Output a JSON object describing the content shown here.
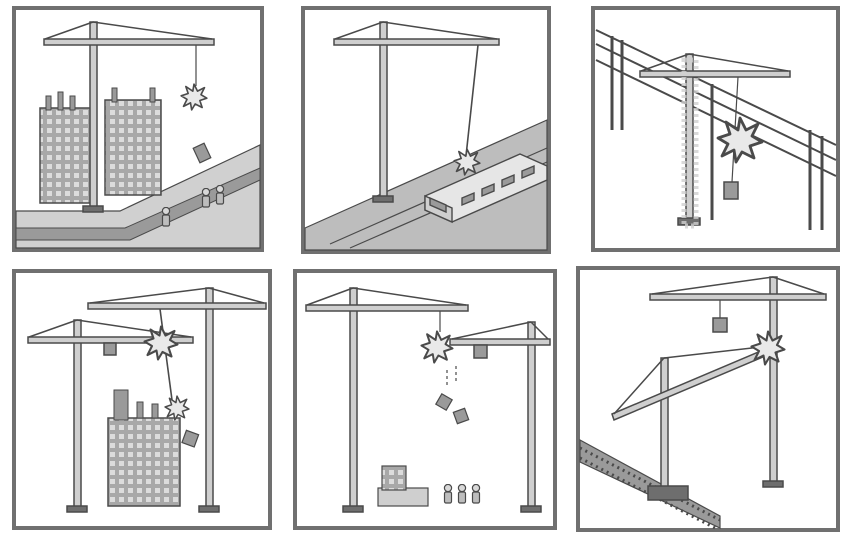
{
  "figure": {
    "panels": [
      {
        "id": 1,
        "depicts": [
          "crane",
          "buildings",
          "people",
          "falling-load",
          "spark"
        ]
      },
      {
        "id": 2,
        "depicts": [
          "crane",
          "train",
          "spark"
        ]
      },
      {
        "id": 3,
        "depicts": [
          "crane",
          "power-lines",
          "spark",
          "load"
        ]
      },
      {
        "id": 4,
        "depicts": [
          "two-cranes",
          "building",
          "spark"
        ]
      },
      {
        "id": 5,
        "depicts": [
          "two-cranes",
          "falling-load",
          "people",
          "spark"
        ]
      },
      {
        "id": 6,
        "depicts": [
          "collapsing-crane",
          "crane",
          "railway",
          "spark"
        ]
      }
    ],
    "colors": {
      "background": "#ffffff",
      "border": "#707070",
      "ink": "#4a4a4a",
      "light": "#cfcfcf",
      "mid": "#9a9a9a",
      "dark": "#6e6e6e",
      "road": "#bdbdbd"
    }
  }
}
